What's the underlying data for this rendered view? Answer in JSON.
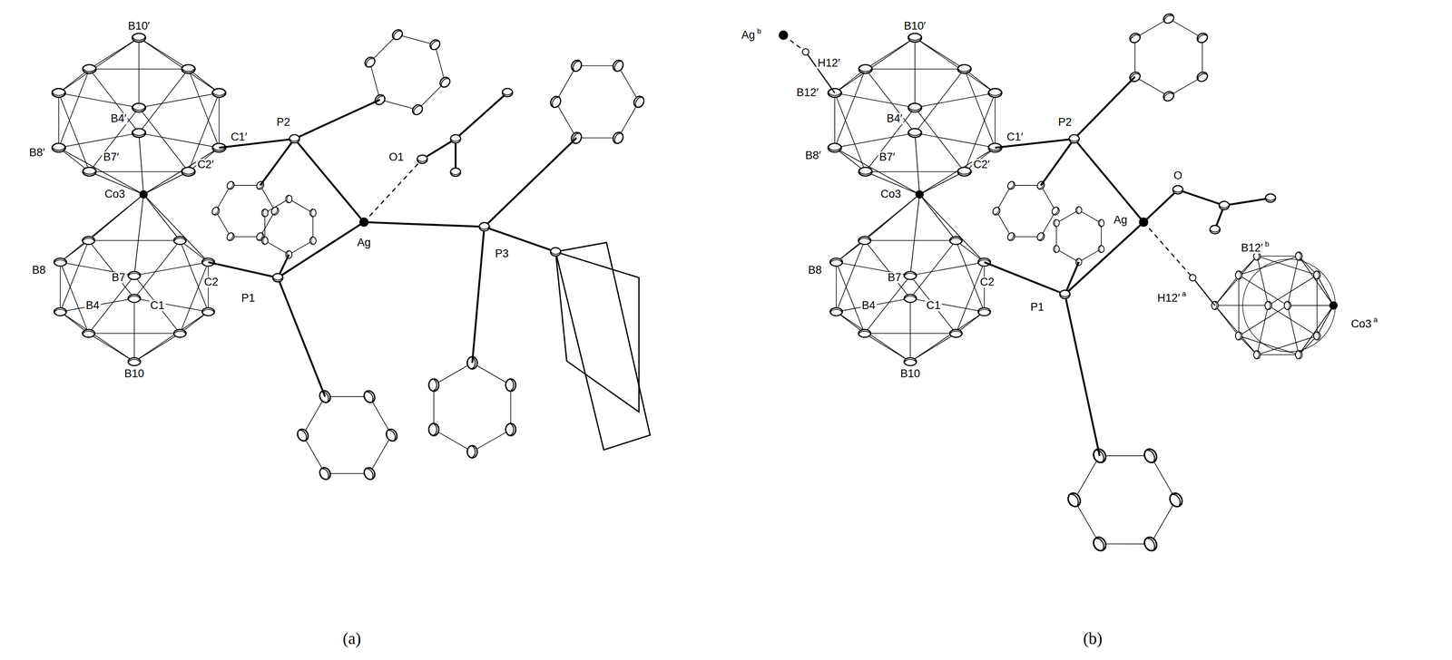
{
  "diagram": {
    "labels": [
      "B10′",
      "B4′",
      "C1′",
      "B8′",
      "B7′",
      "C2′",
      "P2",
      "O1",
      "Co3",
      "B8",
      "B7",
      "B4",
      "C1",
      "C2",
      "P1",
      "Ag",
      "P3",
      "B10",
      "(a)",
      "Ag",
      "b",
      "H12′",
      "B10′",
      "B12′",
      "B4′",
      "C1′",
      "B8′",
      "B7′",
      "C2′",
      "P2",
      "O",
      "Co3",
      "B8",
      "B7",
      "C2",
      "B4",
      "C1",
      "P1",
      "Ag",
      "H12′",
      "a",
      "B12′",
      "b",
      "Co3",
      "a",
      "B10",
      "(b)"
    ]
  }
}
